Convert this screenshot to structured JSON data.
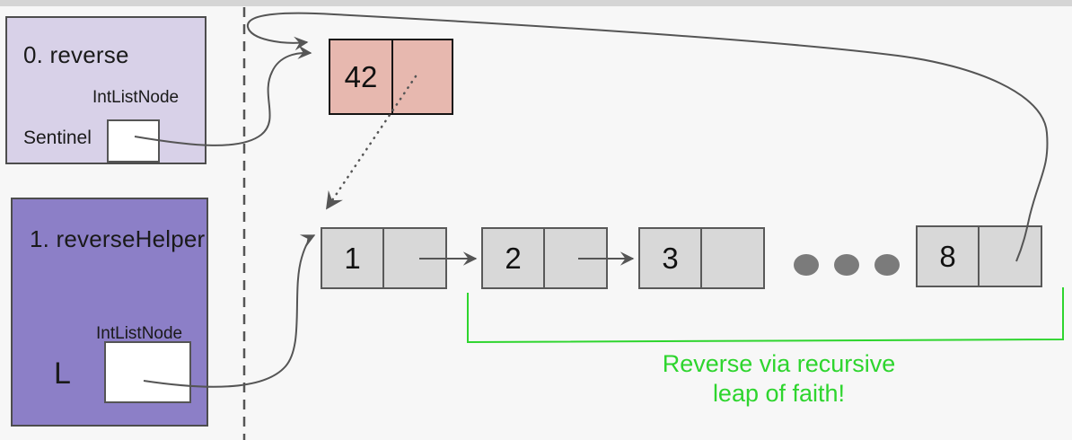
{
  "colors": {
    "background": "#f7f7f7",
    "top_bar": "#d5d5d5",
    "frame_reverse_fill": "#d8d1e8",
    "frame_helper_fill": "#8c7fc7",
    "new_node_fill": "#e7b8af",
    "list_node_fill": "#d8d8d8",
    "connector": "#555555",
    "annotation_green": "#2ed52e"
  },
  "frames": {
    "reverse": {
      "title": "0. reverse",
      "type_label": "IntListNode",
      "var_label": "Sentinel"
    },
    "reverse_helper": {
      "title": "1. reverseHelper",
      "type_label": "IntListNode",
      "var_label": "L"
    }
  },
  "heap": {
    "new_node": {
      "value": "42"
    },
    "list_nodes": [
      {
        "value": "1"
      },
      {
        "value": "2"
      },
      {
        "value": "3"
      },
      {
        "value": "8"
      }
    ],
    "ellipsis_dot_count": 3
  },
  "annotation": {
    "line1": "Reverse via recursive",
    "line2": "leap of faith!"
  }
}
